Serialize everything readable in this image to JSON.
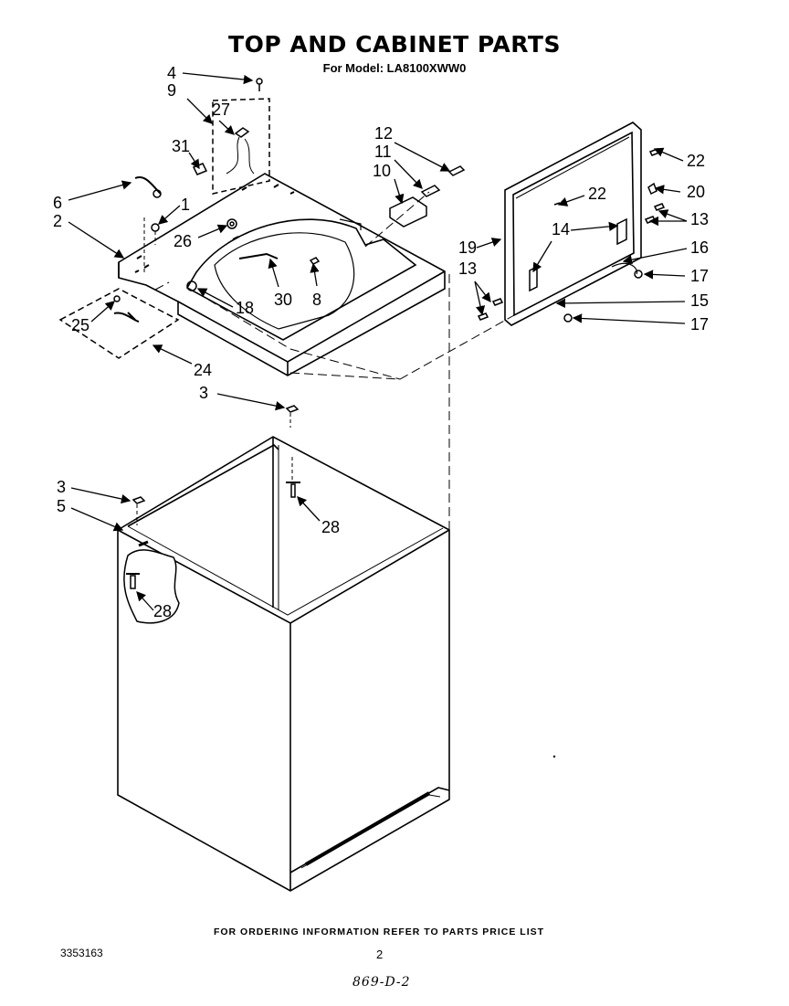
{
  "title": "TOP AND CABINET PARTS",
  "subtitle": "For Model: LA8100XWW0",
  "footer_note": "FOR ORDERING INFORMATION REFER TO PARTS PRICE LIST",
  "doc_number": "3353163",
  "page_number": "2",
  "handwritten_code": "869-D-2",
  "callouts": [
    {
      "id": "c4",
      "text": "4"
    },
    {
      "id": "c9",
      "text": "9"
    },
    {
      "id": "c27",
      "text": "27"
    },
    {
      "id": "c31",
      "text": "31"
    },
    {
      "id": "c6",
      "text": "6"
    },
    {
      "id": "c1",
      "text": "1"
    },
    {
      "id": "c2",
      "text": "2"
    },
    {
      "id": "c26",
      "text": "26"
    },
    {
      "id": "c12",
      "text": "12"
    },
    {
      "id": "c11",
      "text": "11"
    },
    {
      "id": "c10",
      "text": "10"
    },
    {
      "id": "c22a",
      "text": "22"
    },
    {
      "id": "c22b",
      "text": "22"
    },
    {
      "id": "c20",
      "text": "20"
    },
    {
      "id": "c14",
      "text": "14"
    },
    {
      "id": "c13a",
      "text": "13"
    },
    {
      "id": "c19",
      "text": "19"
    },
    {
      "id": "c16",
      "text": "16"
    },
    {
      "id": "c13b",
      "text": "13"
    },
    {
      "id": "c17a",
      "text": "17"
    },
    {
      "id": "c15",
      "text": "15"
    },
    {
      "id": "c17b",
      "text": "17"
    },
    {
      "id": "c30",
      "text": "30"
    },
    {
      "id": "c8",
      "text": "8"
    },
    {
      "id": "c18",
      "text": "18"
    },
    {
      "id": "c25",
      "text": "25"
    },
    {
      "id": "c24",
      "text": "24"
    },
    {
      "id": "c3a",
      "text": "3"
    },
    {
      "id": "c28a",
      "text": "28"
    },
    {
      "id": "c3b",
      "text": "3"
    },
    {
      "id": "c5",
      "text": "5"
    },
    {
      "id": "c28b",
      "text": "28"
    }
  ]
}
